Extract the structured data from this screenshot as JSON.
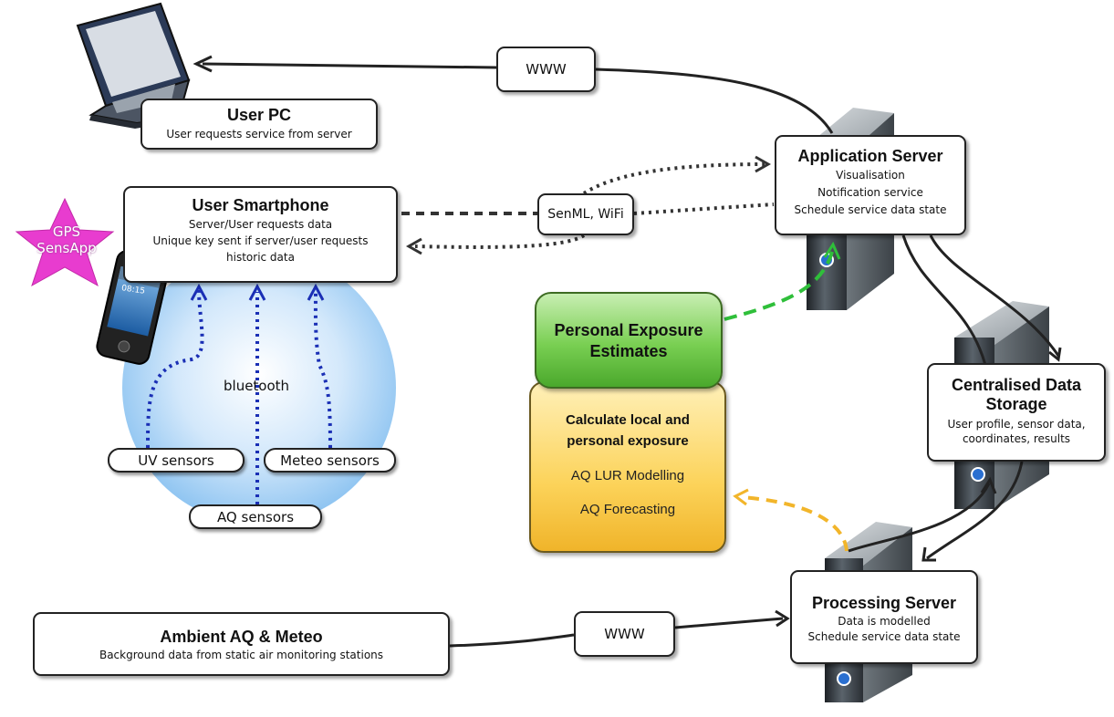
{
  "user_pc": {
    "title": "User PC",
    "subtitle": "User requests service from server"
  },
  "user_smartphone": {
    "title": "User Smartphone",
    "lines": [
      "Server/User requests data",
      "Unique key sent if server/user requests",
      "historic data"
    ]
  },
  "gps_badge": {
    "lines": [
      "GPS",
      "SensApp"
    ],
    "color": "#e83ccf"
  },
  "phone_clock": "08:15",
  "bluetooth_label": "bluetooth",
  "sensors": {
    "uv": "UV sensors",
    "meteo": "Meteo sensors",
    "aq": "AQ sensors"
  },
  "www_top": "WWW",
  "www_bottom": "WWW",
  "senml_label": "SenML, WiFi",
  "application_server": {
    "title": "Application Server",
    "lines": [
      "Visualisation",
      "Notification service",
      "Schedule service data state"
    ]
  },
  "personal_exposure": {
    "title_lines": [
      "Personal Exposure",
      "Estimates"
    ],
    "color": "#6cc447"
  },
  "calculation": {
    "title_lines": [
      "Calculate local and",
      "personal exposure"
    ],
    "items": [
      "AQ LUR Modelling",
      "AQ Forecasting"
    ],
    "color": "#f9c93e"
  },
  "data_storage": {
    "title_lines": [
      "Centralised Data",
      "Storage"
    ],
    "lines": [
      "User profile, sensor data,",
      "coordinates, results"
    ]
  },
  "processing_server": {
    "title": "Processing Server",
    "lines": [
      "Data is modelled",
      "Schedule service data state"
    ]
  },
  "ambient": {
    "title": "Ambient AQ & Meteo",
    "subtitle": "Background data from static air monitoring stations"
  },
  "colors": {
    "bluetooth_link": "#1a2fb5",
    "green_link": "#2fbf3a",
    "yellow_link": "#f2b52a",
    "bluetooth_area": "#a9d2f5"
  }
}
